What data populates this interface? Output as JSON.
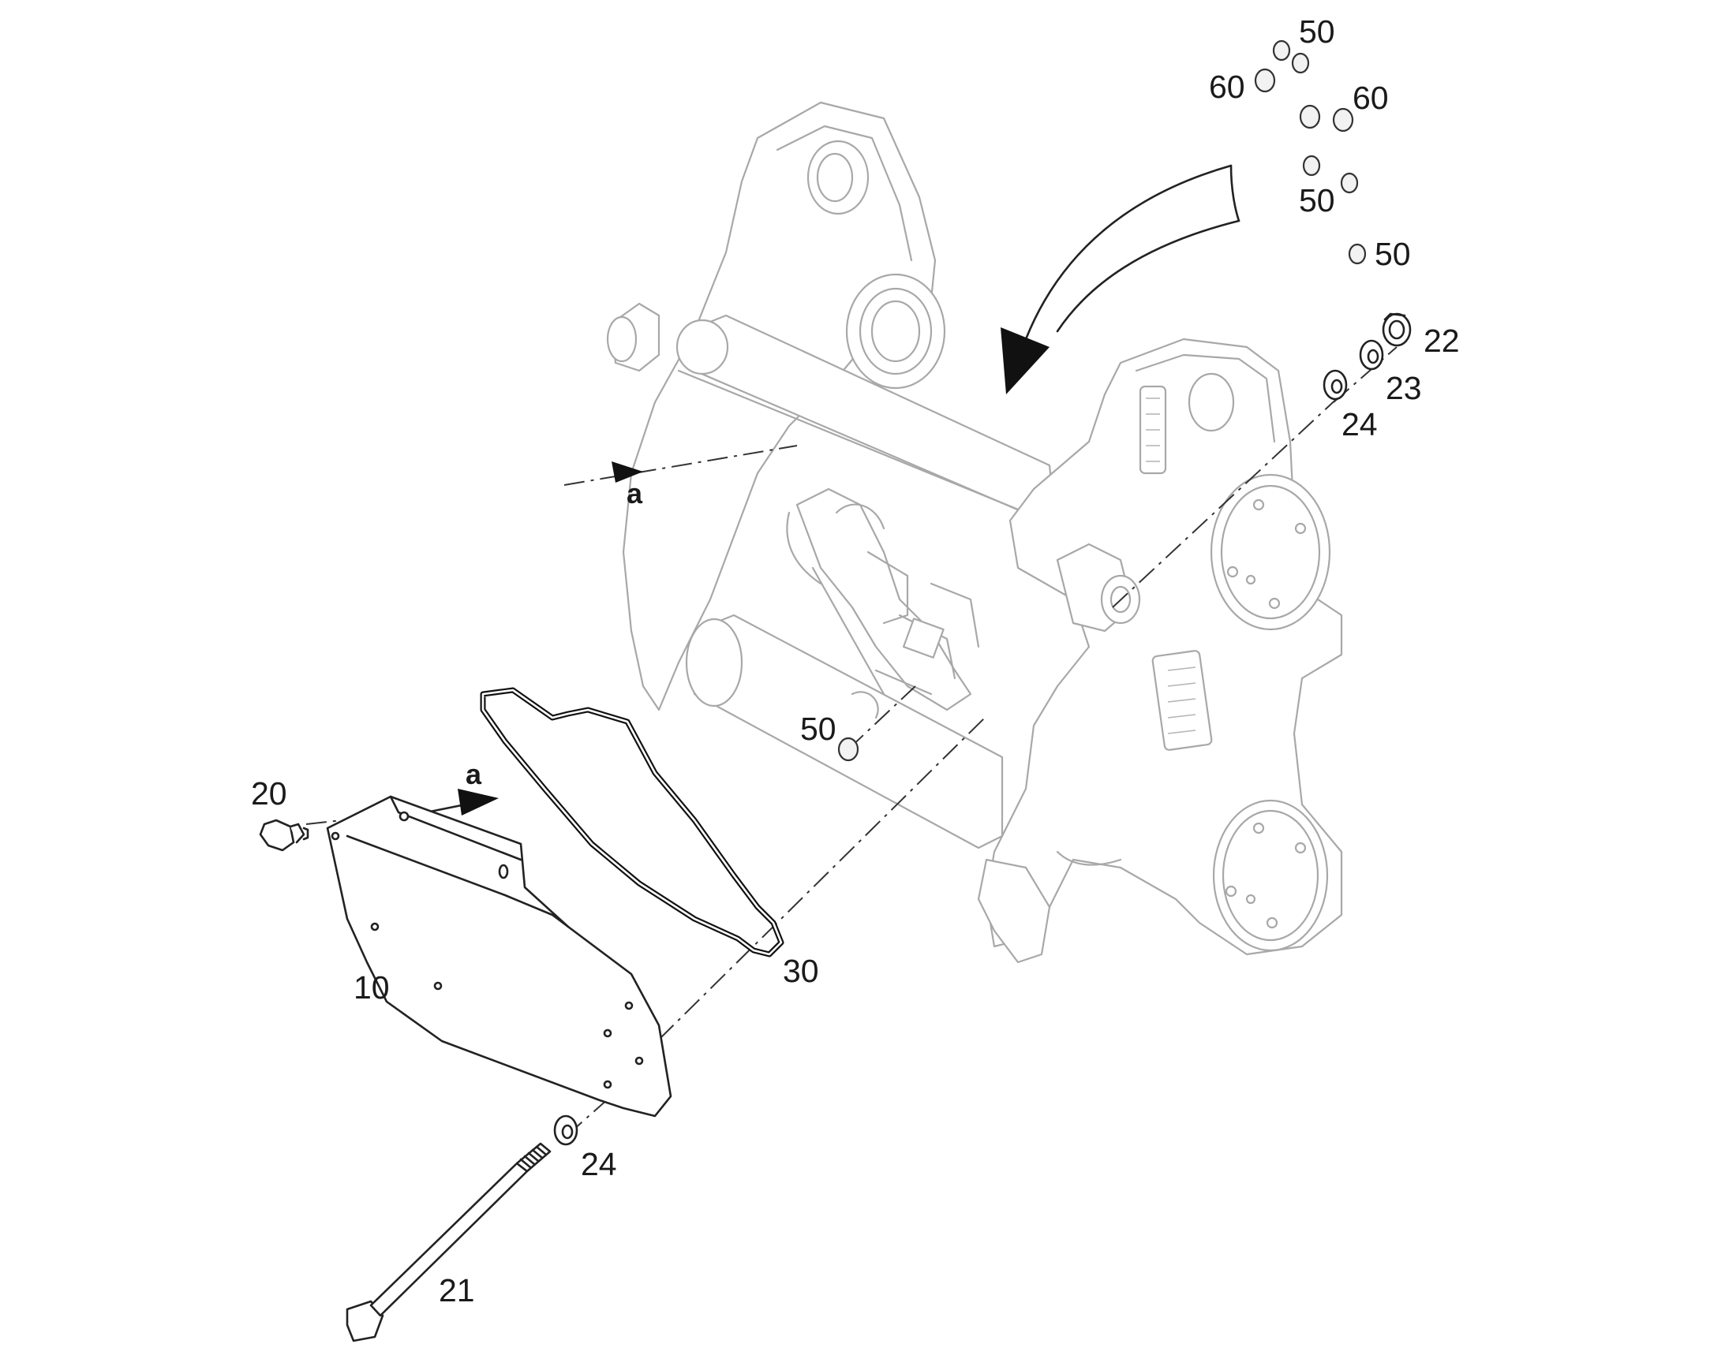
{
  "diagram": {
    "labels": {
      "part_10": "10",
      "part_20": "20",
      "part_21": "21",
      "part_22": "22",
      "part_23": "23",
      "part_24_top": "24",
      "part_24_bottom": "24",
      "part_30": "30",
      "part_50_top": "50",
      "part_50_mid": "50",
      "part_50_right": "50",
      "part_50_center": "50",
      "part_60_left": "60",
      "part_60_right": "60",
      "view_a_left": "a",
      "view_a_right": "a"
    }
  }
}
